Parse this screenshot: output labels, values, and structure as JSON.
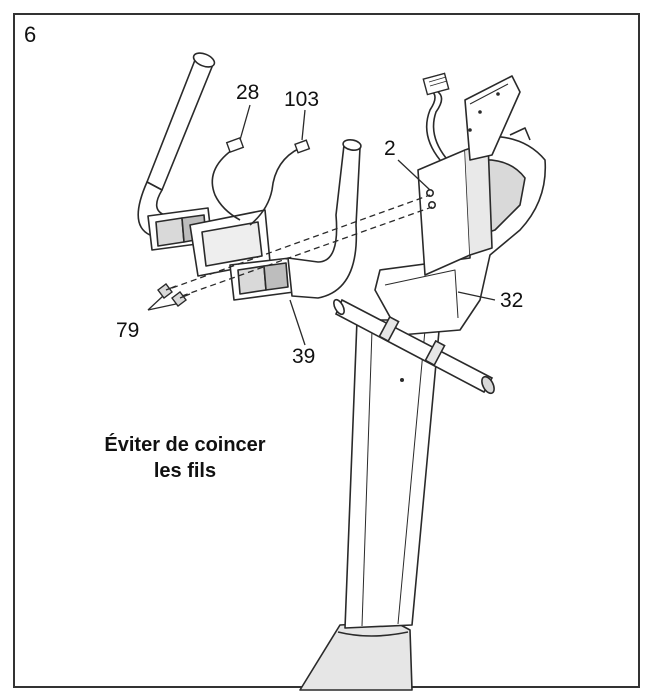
{
  "step": {
    "number": "6"
  },
  "note": {
    "line1": "Éviter de coincer",
    "line2": "les fils"
  },
  "callouts": {
    "p28": "28",
    "p103": "103",
    "p2": "2",
    "p32": "32",
    "p79": "79",
    "p39": "39"
  },
  "colors": {
    "line": "#2a2a2a",
    "fill": "#ffffff",
    "shade": "#d9d9d9",
    "dark": "#555555"
  }
}
